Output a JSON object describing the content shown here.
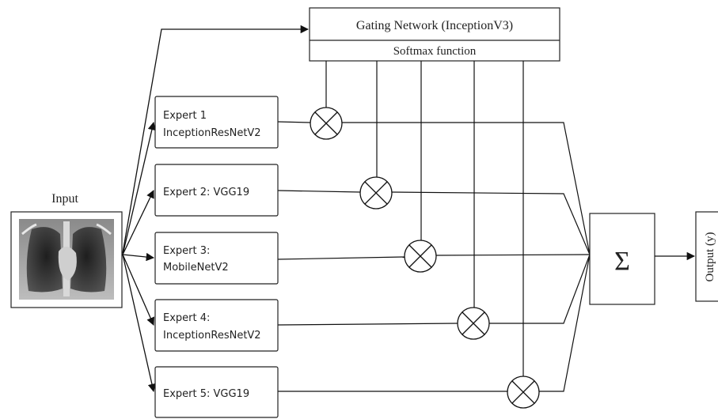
{
  "input": {
    "label": "Input",
    "image": "chest-xray"
  },
  "gating": {
    "title": "Gating Network (InceptionV3)",
    "subtitle": "Softmax function"
  },
  "experts": [
    {
      "line1": "Expert 1",
      "line2": "InceptionResNetV2"
    },
    {
      "line1": "Expert 2: VGG19",
      "line2": ""
    },
    {
      "line1": "Expert 3:",
      "line2": "MobileNetV2"
    },
    {
      "line1": "Expert 4:",
      "line2": "InceptionResNetV2"
    },
    {
      "line1": "Expert 5: VGG19",
      "line2": ""
    }
  ],
  "combiner": {
    "symbol": "Σ"
  },
  "output": {
    "label": "Output (y)"
  }
}
